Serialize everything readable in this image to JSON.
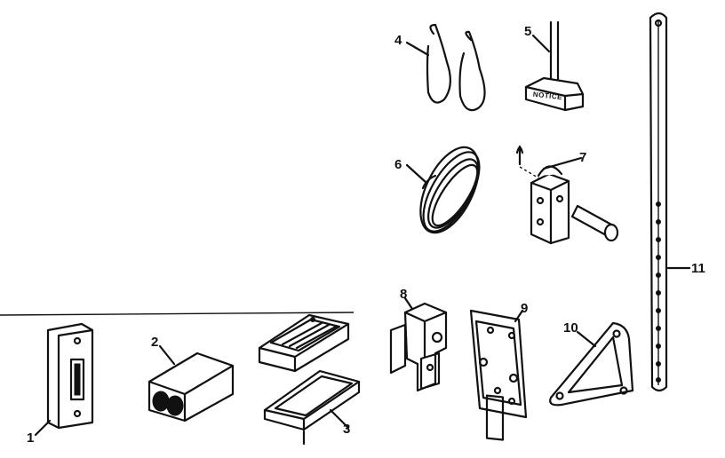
{
  "diagram": {
    "parts": [
      {
        "id": "part-1",
        "label": "1"
      },
      {
        "id": "part-2",
        "label": "2"
      },
      {
        "id": "part-3",
        "label": "3"
      },
      {
        "id": "part-4",
        "label": "4"
      },
      {
        "id": "part-5",
        "label": "5"
      },
      {
        "id": "part-6",
        "label": "6"
      },
      {
        "id": "part-7",
        "label": "7"
      },
      {
        "id": "part-8",
        "label": "8"
      },
      {
        "id": "part-9",
        "label": "9"
      },
      {
        "id": "part-10",
        "label": "10"
      },
      {
        "id": "part-11",
        "label": "11"
      }
    ],
    "notice_tag_text": "NOTICE"
  }
}
